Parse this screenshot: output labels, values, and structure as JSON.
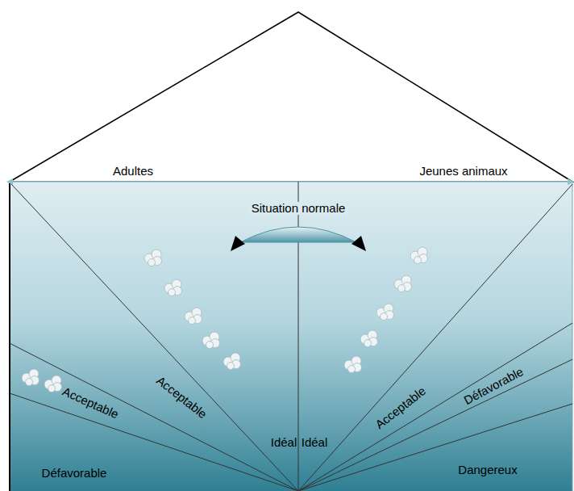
{
  "diagram": {
    "labels": [
      "Adultes",
      "Jeunes animaux",
      "Situation normale",
      "Acceptable",
      "Acceptable",
      "Défavorable",
      "Idéal",
      "Idéal",
      "Acceptable",
      "Défavorable",
      "Dangereux"
    ]
  }
}
